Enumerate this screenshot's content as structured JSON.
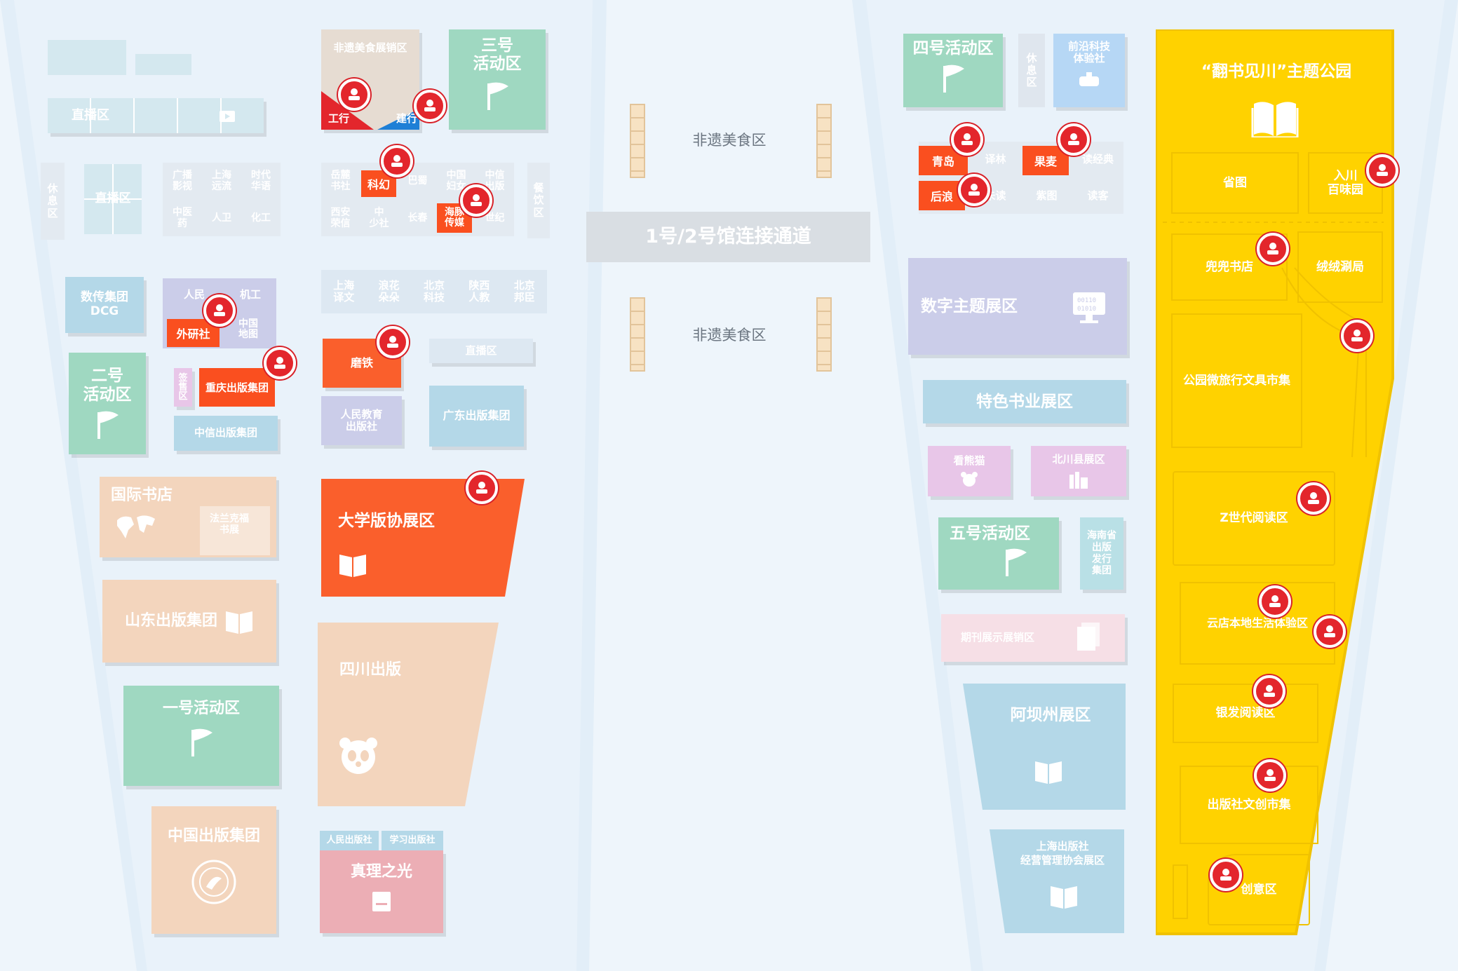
{
  "colors": {
    "activity_green": "#9fd8c1",
    "highlight_orange": "#fa5f2c",
    "park_yellow": "#ffd200",
    "pin_red": "#e3262c",
    "peach": "#f3d5bd",
    "lavender": "#cbcde9",
    "light_blue": "#b4d8e8"
  },
  "icons": [
    "flag-icon",
    "book-icon",
    "panda-icon",
    "world-map-icon",
    "stamp-pin-icon",
    "computer-icon",
    "bird-icon",
    "book-pages-icon"
  ],
  "connector": {
    "label": "1号/2号馆连接通道"
  },
  "food": {
    "top": "非遗美食区",
    "bottom": "非遗美食区"
  },
  "left_hall": {
    "live1": "直播区",
    "rest": "休\n息\n区",
    "live2": "直播区",
    "grid1": [
      "广播\n影视",
      "上海\n远流",
      "时代\n华语",
      "中医\n药",
      "人卫",
      "化工"
    ],
    "feiyi_sales": "非遗美食展销区",
    "gonghang": "工行",
    "jianhang": "建行",
    "zone3": "三号\n活动区",
    "grid2": [
      "岳麓\n书社",
      "科幻",
      "巴蜀",
      "中国\n妇女",
      "中信\n出版",
      "西安\n荣信",
      "中\n少社",
      "长春",
      "海豚\n传媒",
      "世纪"
    ],
    "catering": "餐\n饮\n区",
    "shuchuan": "数传集团\nDCG",
    "renmin_jc": "人民",
    "jigong": "机工",
    "waiyan": "外研社",
    "zhongguo_ditu": "中国\n地图",
    "zone2": "二号\n活动区",
    "qianshou": "签\n售\n区",
    "chongqing": "重庆出版集团",
    "zhongxin": "中信出版集团",
    "row3": [
      "上海\n译文",
      "浪花\n朵朵",
      "北京\n科技",
      "陕西\n人教",
      "北京\n邦臣"
    ],
    "modie": "磨铁",
    "live3": "直播区",
    "renjiao": "人民教育\n出版社",
    "guangdong": "广东出版集团",
    "intl": "国际书店",
    "falan": "法兰克福\n书展",
    "daxue": "大学版协展区",
    "shandong": "山东出版集团",
    "sichuan": "四川出版",
    "zone1": "一号活动区",
    "zhongguo_cb": "中国出版集团",
    "renmin_cbs": "人民出版社",
    "xuexi": "学习出版社",
    "zhenli": "真理之光"
  },
  "right_hall": {
    "zone4": "四号活动区",
    "rest": "休\n息\n区",
    "qianyan": "前沿科技\n体验社",
    "row1": [
      "青岛",
      "译林",
      "果麦",
      "读经典"
    ],
    "row2": [
      "后浪",
      "未读",
      "紫图",
      "读客"
    ],
    "digital": "数字主题展区",
    "tese": "特色书业展区",
    "kanxiongmao": "看熊猫",
    "beichuan": "北川县展区",
    "zone5": "五号活动区",
    "hainan": "海南省\n出版\n发行\n集团",
    "qikan": "期刊展示展销区",
    "aba": "阿坝州展区",
    "shanghai_assoc": "上海出版社\n经营管理协会展区"
  },
  "park": {
    "title": "“翻书见川”主题公园",
    "shengtu": "省图",
    "baiwei": "入川\n百味园",
    "doudou": "兜兜书店",
    "rongrong": "绒绒涮局",
    "wenju": "公园微旅行文具市集",
    "genz": "Z世代阅读区",
    "yundian": "云店本地生活体验区",
    "yinfa": "银发阅读区",
    "wenchuang": "出版社文创市集",
    "chuangyi": "创意区"
  }
}
